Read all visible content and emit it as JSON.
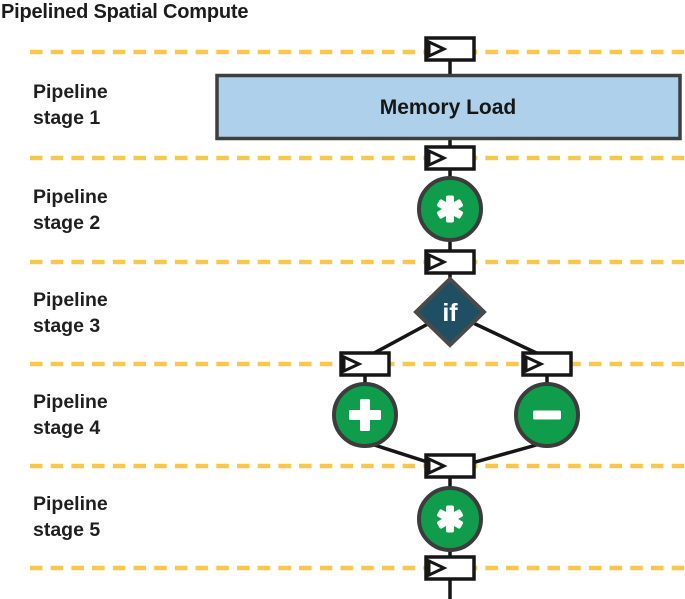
{
  "title": "Pipelined Spatial Compute",
  "stages": [
    {
      "line1": "Pipeline",
      "line2": "stage 1"
    },
    {
      "line1": "Pipeline",
      "line2": "stage 2"
    },
    {
      "line1": "Pipeline",
      "line2": "stage 3"
    },
    {
      "line1": "Pipeline",
      "line2": "stage 4"
    },
    {
      "line1": "Pipeline",
      "line2": "stage 5"
    }
  ],
  "blocks": {
    "memory_load": "Memory Load",
    "branch": "if",
    "multiply_stage2": "*",
    "add_stage4": "+",
    "subtract_stage4": "−",
    "multiply_stage5": "*"
  },
  "icons": {
    "register": "flip-flop-register-with-clock-triangle"
  },
  "colors": {
    "stage_divider_gold": "#F8C74B",
    "operator_green": "#0F9D4B",
    "branch_navy": "#1F4F63",
    "memory_fill_blue": "#AED0EA",
    "shape_outline": "#3C3C3C",
    "connector_black": "#161616",
    "text_dark": "#1f1f1f"
  }
}
